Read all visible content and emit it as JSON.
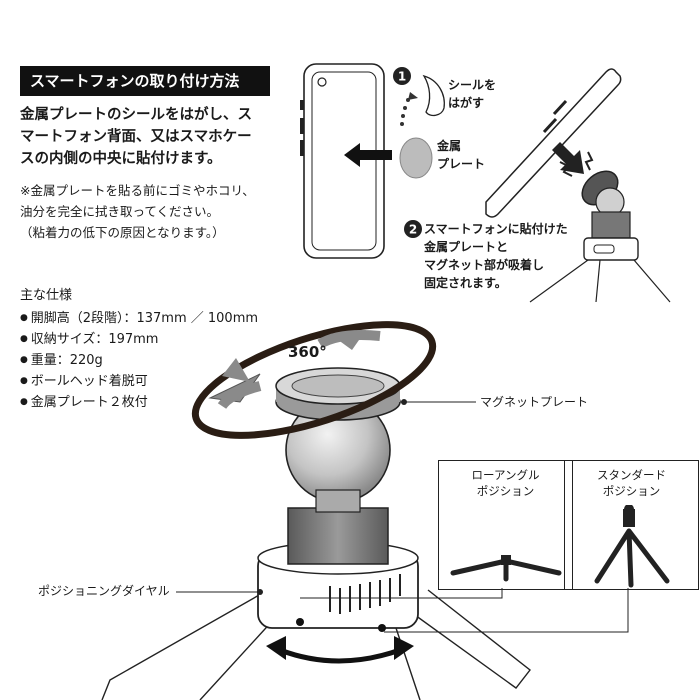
{
  "header": {
    "title": "スマートフォンの取り付け方法"
  },
  "instructions": {
    "main_lines": [
      "金属プレートのシールをはがし、ス",
      "マートフォン背面、又はスマホケー",
      "スの内側の中央に貼付けます。"
    ],
    "note_lines": [
      "※金属プレートを貼る前にゴミやホコリ、",
      "油分を完全に拭き取ってください。",
      "（粘着力の低下の原因となります。）"
    ]
  },
  "steps": {
    "step1_number": "1",
    "step1_lines": [
      "シールを",
      "はがす"
    ],
    "plate_lines": [
      "金属",
      "プレート"
    ],
    "step2_number": "2",
    "step2_lines": [
      "スマートフォンに貼付けた",
      "金属プレートと",
      "マグネット部が吸着し",
      "固定されます。"
    ]
  },
  "specs": {
    "heading": "主な仕様",
    "items": [
      "開脚高（2段階）：137mm ／ 100mm",
      "収納サイズ：197mm",
      "重量：220g",
      "ボールヘッド着脱可",
      "金属プレート２枚付"
    ]
  },
  "diagram": {
    "rotation_label": "360°",
    "magnet_plate_label": "マグネットプレート",
    "dial_label": "ポジショニングダイヤル"
  },
  "positions": {
    "low": [
      "ローアングル",
      "ポジション"
    ],
    "standard": [
      "スタンダード",
      "ポジション"
    ]
  },
  "colors": {
    "ink": "#1a1a1a",
    "metal": "#c8c8c8",
    "dark_metal": "#6e6e6e",
    "ring": "#2a1d14"
  }
}
